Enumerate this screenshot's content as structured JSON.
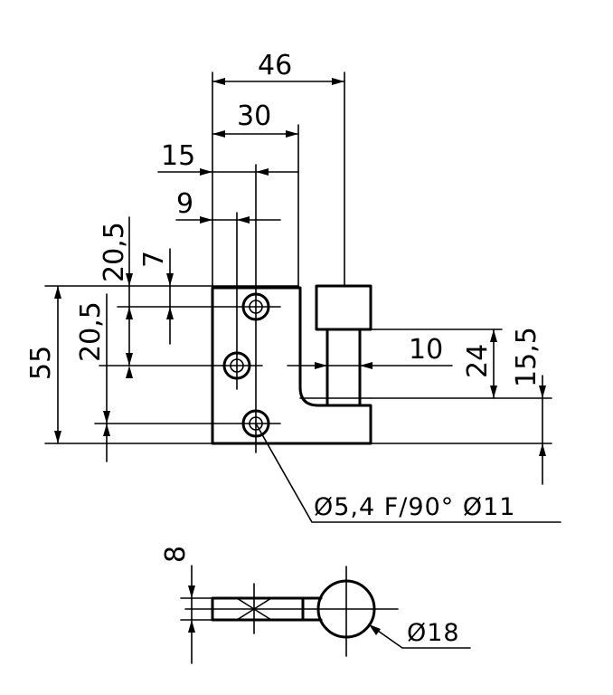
{
  "drawing": {
    "dimensions": {
      "width_46": "46",
      "width_30": "30",
      "width_15": "15",
      "width_9": "9",
      "height_20_5_top": "20,5",
      "height_7": "7",
      "height_20_5_mid": "20,5",
      "height_55": "55",
      "width_10": "10",
      "height_24": "24",
      "height_15_5": "15,5",
      "height_8": "8"
    },
    "notes": {
      "hole_spec": "Ø5,4 F/90° Ø11",
      "diameter_18": "Ø18"
    }
  }
}
